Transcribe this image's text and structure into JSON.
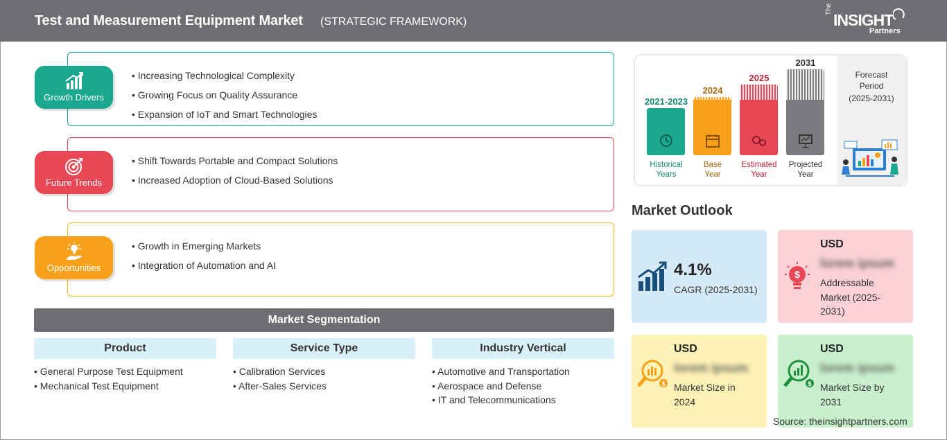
{
  "header": {
    "title": "Test and Measurement Equipment Market",
    "subtitle": "(STRATEGIC FRAMEWORK)",
    "logo": {
      "the": "The",
      "insight": "INSIGHT",
      "partners": "Partners"
    }
  },
  "framework": [
    {
      "label": "Growth Drivers",
      "color": "#1aa98e",
      "icon": "growth-chart-icon",
      "items": [
        "Increasing Technological Complexity",
        "Growing Focus on Quality Assurance",
        "Expansion of IoT and Smart Technologies"
      ]
    },
    {
      "label": "Future Trends",
      "color": "#e84855",
      "icon": "target-icon",
      "items": [
        "Shift Towards Portable and Compact Solutions",
        "Increased Adoption of Cloud-Based Solutions"
      ]
    },
    {
      "label": "Opportunities",
      "color": "#f7a11a",
      "icon": "lightbulb-hand-icon",
      "items": [
        "Growth in Emerging Markets",
        "Integration of Automation and AI"
      ]
    }
  ],
  "segmentation": {
    "title": "Market Segmentation",
    "columns": [
      {
        "title": "Product",
        "items": [
          "General Purpose Test Equipment",
          "Mechanical Test Equipment"
        ]
      },
      {
        "title": "Service Type",
        "items": [
          "Calibration Services",
          "After-Sales Services"
        ]
      },
      {
        "title": "Industry Vertical",
        "items": [
          "Automotive and Transportation",
          "Aerospace and Defense",
          "IT and Telecommunications"
        ]
      }
    ]
  },
  "timeline": {
    "bars": [
      {
        "year": "2021-2023",
        "caption": "Historical Years",
        "color": "#1aa98e",
        "year_color": "#138a74",
        "level": 0.55,
        "icon": "history-clock-icon"
      },
      {
        "year": "2024",
        "caption": "Base Year",
        "color": "#f7a11a",
        "year_color": "#a8640a",
        "level": 0.68,
        "icon": "calendar-icon"
      },
      {
        "year": "2025",
        "caption": "Estimated Year",
        "color": "#e84855",
        "year_color": "#b8263a",
        "level": 0.82,
        "icon": "gears-icon"
      },
      {
        "year": "2031",
        "caption": "Projected Year",
        "color": "#7b7c7f",
        "year_color": "#333333",
        "level": 1.0,
        "icon": "presentation-icon"
      }
    ],
    "forecast": {
      "line1": "Forecast",
      "line2": "Period",
      "line3": "(2025-2031)"
    }
  },
  "outlook": {
    "title": "Market Outlook",
    "cagr": {
      "value": "4.1%",
      "label": "CAGR (2025-2031)",
      "color": "#d4eaf6",
      "icon": "rising-bars-icon"
    },
    "addressable": {
      "usd": "USD",
      "value": "lorem ipsum",
      "label": "Addressable Market (2025-2031)",
      "color": "#fad1d6",
      "icon": "money-bulb-icon"
    },
    "size2024": {
      "usd": "USD",
      "value": "lorem ipsum",
      "label": "Market Size in 2024",
      "color": "#fdf2b5",
      "icon": "magnifier-chart-icon"
    },
    "size2031": {
      "usd": "USD",
      "value": "lorem ipsum",
      "label": "Market Size by 2031",
      "color": "#c8f0cc",
      "icon": "magnifier-growth-icon"
    }
  },
  "source": "Source: theinsightpartners.com"
}
